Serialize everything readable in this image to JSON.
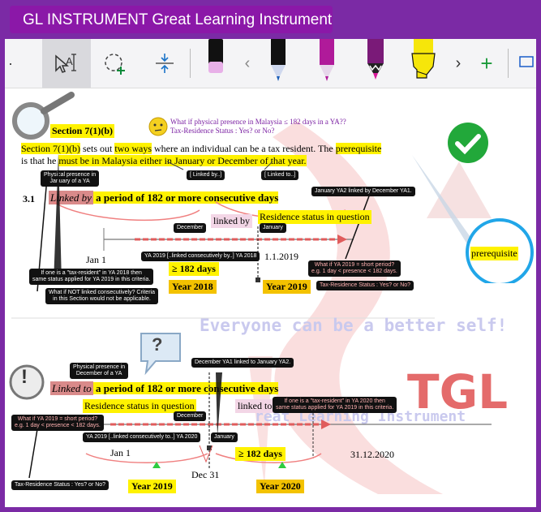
{
  "window": {
    "title": "GL INSTRUMENT Great Learning Instrument"
  },
  "toolbar": {
    "tools": [
      {
        "name": "select-text-tool",
        "active": true
      },
      {
        "name": "lasso-add-tool"
      },
      {
        "name": "add-space-tool"
      },
      {
        "name": "pen-black"
      },
      {
        "name": "pen-blue"
      },
      {
        "name": "pen-magenta"
      },
      {
        "name": "pen-purple-galaxy"
      },
      {
        "name": "highlighter-yellow"
      }
    ],
    "prev_icon": "chevron-left-icon",
    "next_icon": "chevron-right-icon",
    "add_icon": "plus-icon",
    "colors": {
      "accent": "#7b2aa5",
      "highlight_yellow": "#fff200",
      "highlight_green": "#c8f000",
      "arrow_red": "#e06060"
    }
  },
  "page": {
    "heading": "Section 7(1)(b)",
    "question1": "What if physical presence in Malaysia ≤ 182 days in a YA??",
    "question2": "Tax-Residence Status : Yes? or No?",
    "para_part1": "Section 7(1)(b)",
    "para_part2": " sets out ",
    "para_part3": "two ways",
    "para_part4": " where an individual can be a tax resident. The ",
    "para_part5": "prerequisite",
    "para_line2a": "is that he ",
    "para_line2b": "must be in Malaysia either in January or December of that year.",
    "magnifier_text": "prerequisite",
    "note_presence_ya": "Physical presence in\nJanuary of a YA",
    "note_linked_by": "[ Linked by..]",
    "note_linked_to": "[ Linked to..]",
    "section31_num": "3.1",
    "linked_by_italic": "Linked by",
    "linked_by_rest": " a period of 182 or more consecutive days",
    "note_jan_ya2": "January YA2 linked by December YA1.",
    "label_linked_by": "linked by",
    "label_residence_status": "Residence status in question",
    "label_december": "December",
    "label_january": "January",
    "date_jan1": "Jan 1",
    "date_1_1_2019": "1.1.2019",
    "note_ya2019_linked": "YA 2019 [..linked consecutively by..] YA 2018",
    "label_182_days": "≥ 182 days",
    "label_year2018": "Year 2018",
    "label_year2019": "Year 2019",
    "note_if_tax_resident_2018": "If one is a \"tax-resident\" in YA 2018 then\nsame status applied for YA 2019 in this criteria.",
    "note_if_not_linked": "What if NOT linked consecutively? Criteria\nin this Section would not be applicable.",
    "note_what_if_2019": "What if YA 2019 = short period?\ne.g. 1 day < presence < 182 days.",
    "note_tax_status": "Tax-Residence Status : Yes? or No?",
    "watermark_main": "Everyone can be a better self!",
    "watermark_logo": "TGL",
    "watermark_sub1": "reat Learning Instrument",
    "note_presence_dec": "Physical presence in\nDecember of a YA",
    "linked_to_italic": "Linked to",
    "linked_to_rest": " a period of 182 or more consecutive days",
    "note_dec_ya1": "December YA1 linked to January YA2.",
    "label_residence_status2": "Residence status in question",
    "label_linked_to": "linked to",
    "note_if_tax_resident_2020": "If one is a \"tax-resident\" in YA 2020 then\nsame status applied for YA 2019 in this criteria.",
    "note_what_if_2019b": "What if YA 2019 = short period?\ne.g. 1 day < presence < 182 days.",
    "label_december2": "December",
    "note_ya2019_linked_to": "YA 2019 [..linked consecutively to..] YA 2020",
    "label_january2": "January",
    "date_jan1_b": "Jan 1",
    "label_182_days_b": "≥ 182 days",
    "date_31_12_2020": "31.12.2020",
    "date_dec31": "Dec 31",
    "note_tax_status_b": "Tax-Residence Status : Yes? or No?",
    "label_year2019_b": "Year 2019",
    "label_year2020": "Year 2020",
    "question_mark": "?",
    "exclamation": "!"
  }
}
